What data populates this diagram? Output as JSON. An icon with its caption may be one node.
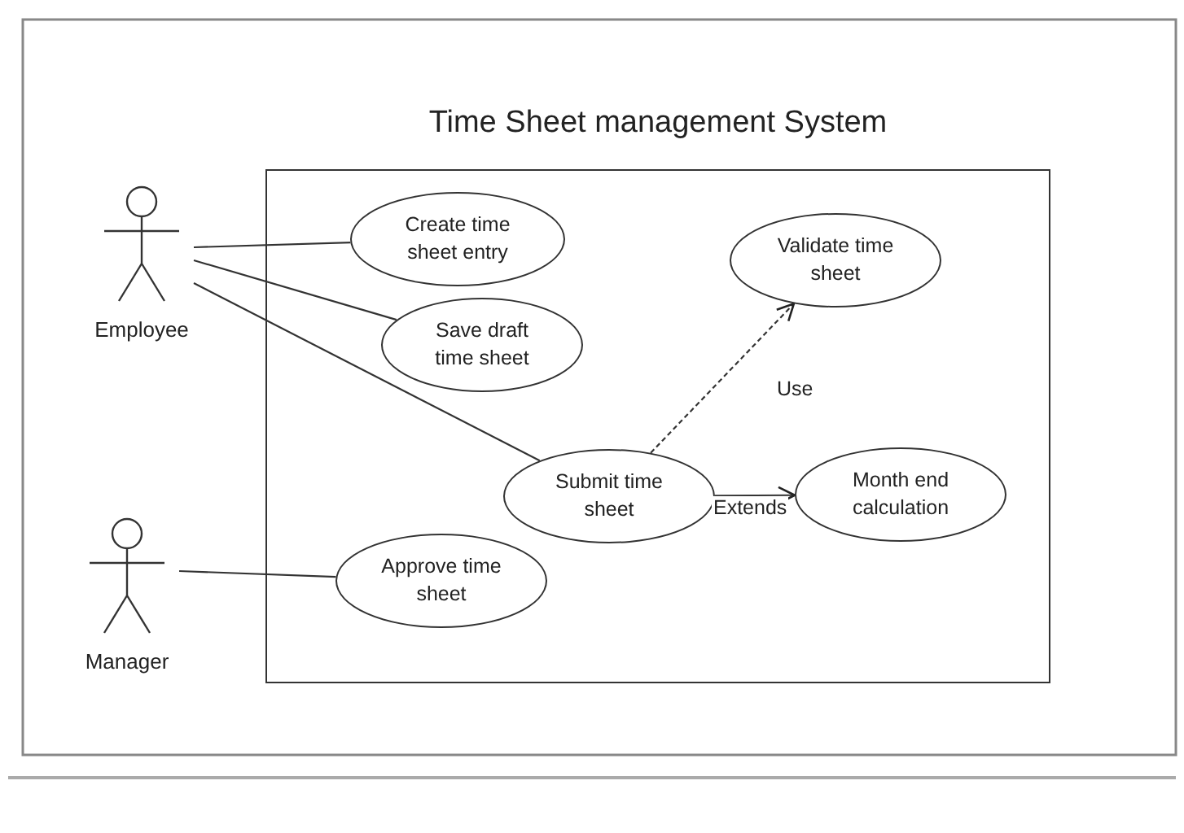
{
  "diagram": {
    "nodes": [
      {
        "text": [
          "Employee"
        ]
      },
      {
        "text": [
          "Time Sheet management System"
        ]
      },
      {
        "text": [
          "Create time sheet entry"
        ],
        "in": 1
      },
      {
        "text": [
          "Validate time sheet"
        ],
        "in": 1
      },
      {
        "text": [
          "Save draft time sheet"
        ],
        "in": 1
      },
      {
        "text": [
          "Submit time sheet"
        ],
        "in": 1
      },
      {
        "text": [
          "Month end calculation"
        ],
        "in": 1
      },
      {
        "text": [
          "Manager"
        ]
      },
      {
        "text": [
          "Approve time sheet"
        ],
        "in": 1
      }
    ],
    "edges": [
      {
        "from": 0,
        "to": 2,
        "arrow": "none"
      },
      {
        "from": 0,
        "to": 4,
        "arrow": "none"
      },
      {
        "from": 0,
        "to": 5,
        "arrow": "none"
      },
      {
        "from": 5,
        "to": 3,
        "arrow": "to",
        "style": "dashed",
        "label": "Use"
      },
      {
        "from": 5,
        "to": 6,
        "arrow": "to",
        "label": "Extends"
      },
      {
        "from": 7,
        "to": 8,
        "arrow": "none"
      }
    ]
  }
}
